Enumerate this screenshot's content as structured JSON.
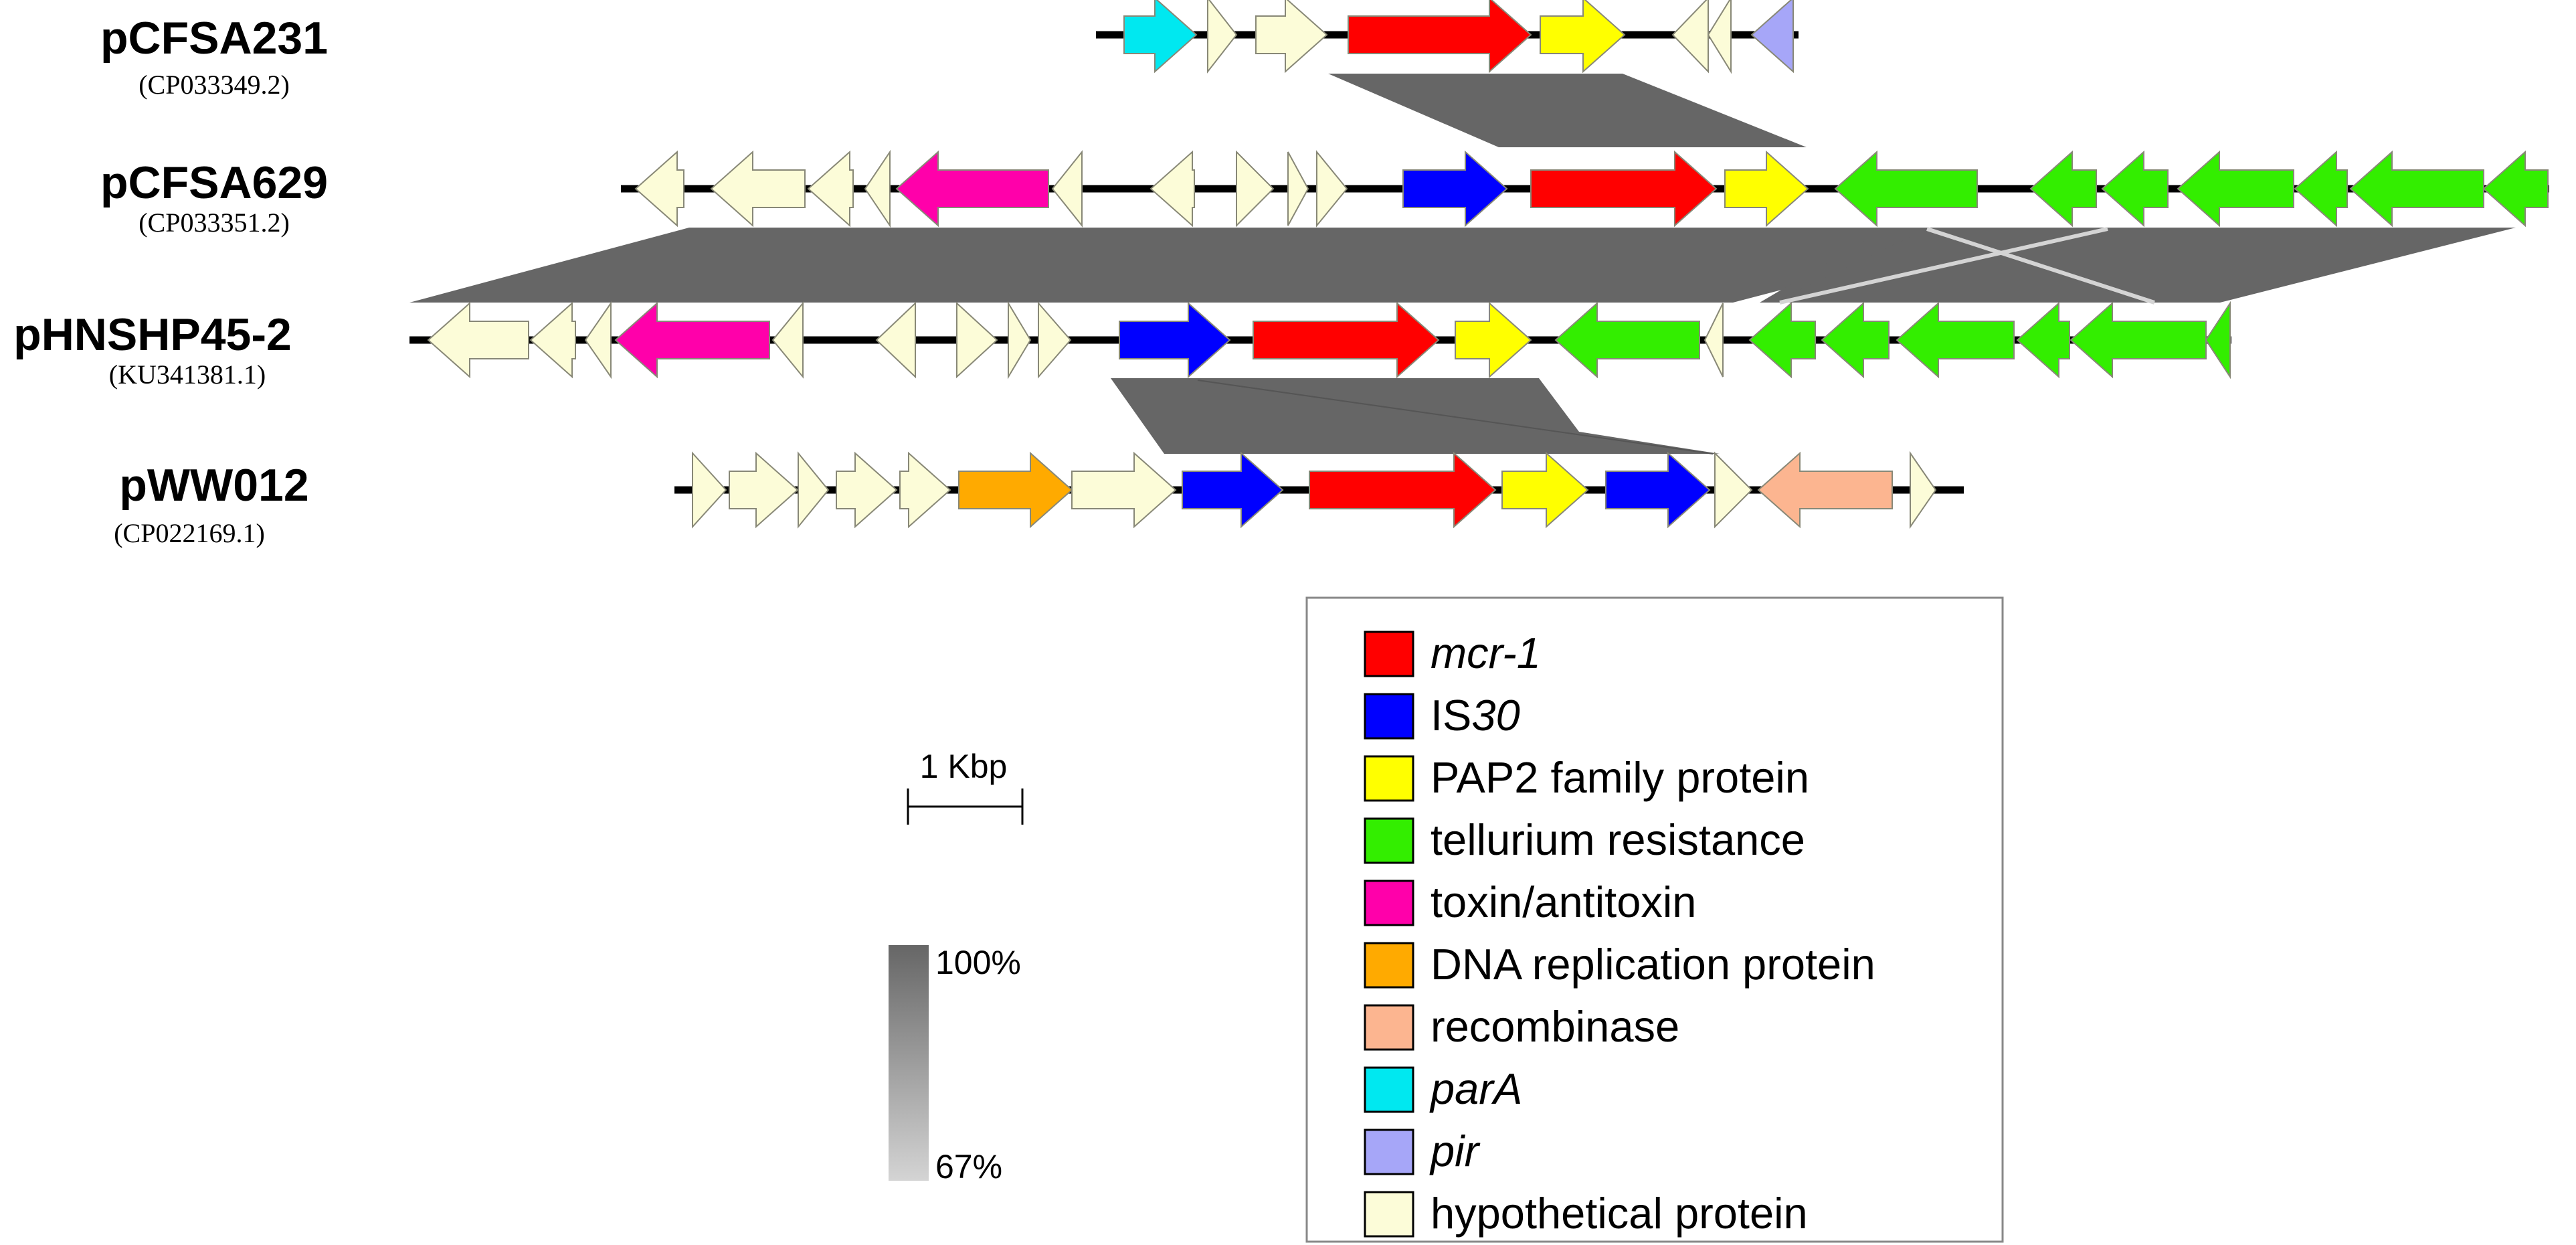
{
  "colors": {
    "mcr1": "#ff0000",
    "is30": "#0000ff",
    "pap2": "#ffff00",
    "tellurium": "#33ee00",
    "toxin": "#ff00aa",
    "dnarep": "#ffaa00",
    "recombinase": "#fcb590",
    "parA": "#00e8f0",
    "pir": "#a6a6f8",
    "hyp": "#fcfcd8",
    "identity_high": "#666666",
    "identity_low": "#d4d4d4"
  },
  "plasmids": [
    {
      "name": "pCFSA231",
      "accession": "(CP033349.2)"
    },
    {
      "name": "pCFSA629",
      "accession": "(CP033351.2)"
    },
    {
      "name": "pHNSHP45-2",
      "accession": "(KU341381.1)"
    },
    {
      "name": "pWW012",
      "accession": "(CP022169.1)"
    }
  ],
  "scale": {
    "label": "1 Kbp"
  },
  "identity": {
    "max_label": "100%",
    "min_label": "67%"
  },
  "legend": [
    {
      "key": "mcr1",
      "parts": [
        {
          "t": "mcr-1",
          "i": true
        }
      ]
    },
    {
      "key": "is30",
      "parts": [
        {
          "t": "IS",
          "i": false
        },
        {
          "t": "30",
          "i": true
        }
      ]
    },
    {
      "key": "pap2",
      "parts": [
        {
          "t": "PAP2 family protein",
          "i": false
        }
      ]
    },
    {
      "key": "tellurium",
      "parts": [
        {
          "t": "tellurium resistance",
          "i": false
        }
      ]
    },
    {
      "key": "toxin",
      "parts": [
        {
          "t": "toxin/antitoxin",
          "i": false
        }
      ]
    },
    {
      "key": "dnarep",
      "parts": [
        {
          "t": "DNA replication protein",
          "i": false
        }
      ]
    },
    {
      "key": "recombinase",
      "parts": [
        {
          "t": "recombinase",
          "i": false
        }
      ]
    },
    {
      "key": "parA",
      "parts": [
        {
          "t": "parA",
          "i": true
        }
      ]
    },
    {
      "key": "pir",
      "parts": [
        {
          "t": "pir",
          "i": true
        }
      ]
    },
    {
      "key": "hyp",
      "parts": [
        {
          "t": "hypothetical protein",
          "i": false
        }
      ]
    }
  ]
}
